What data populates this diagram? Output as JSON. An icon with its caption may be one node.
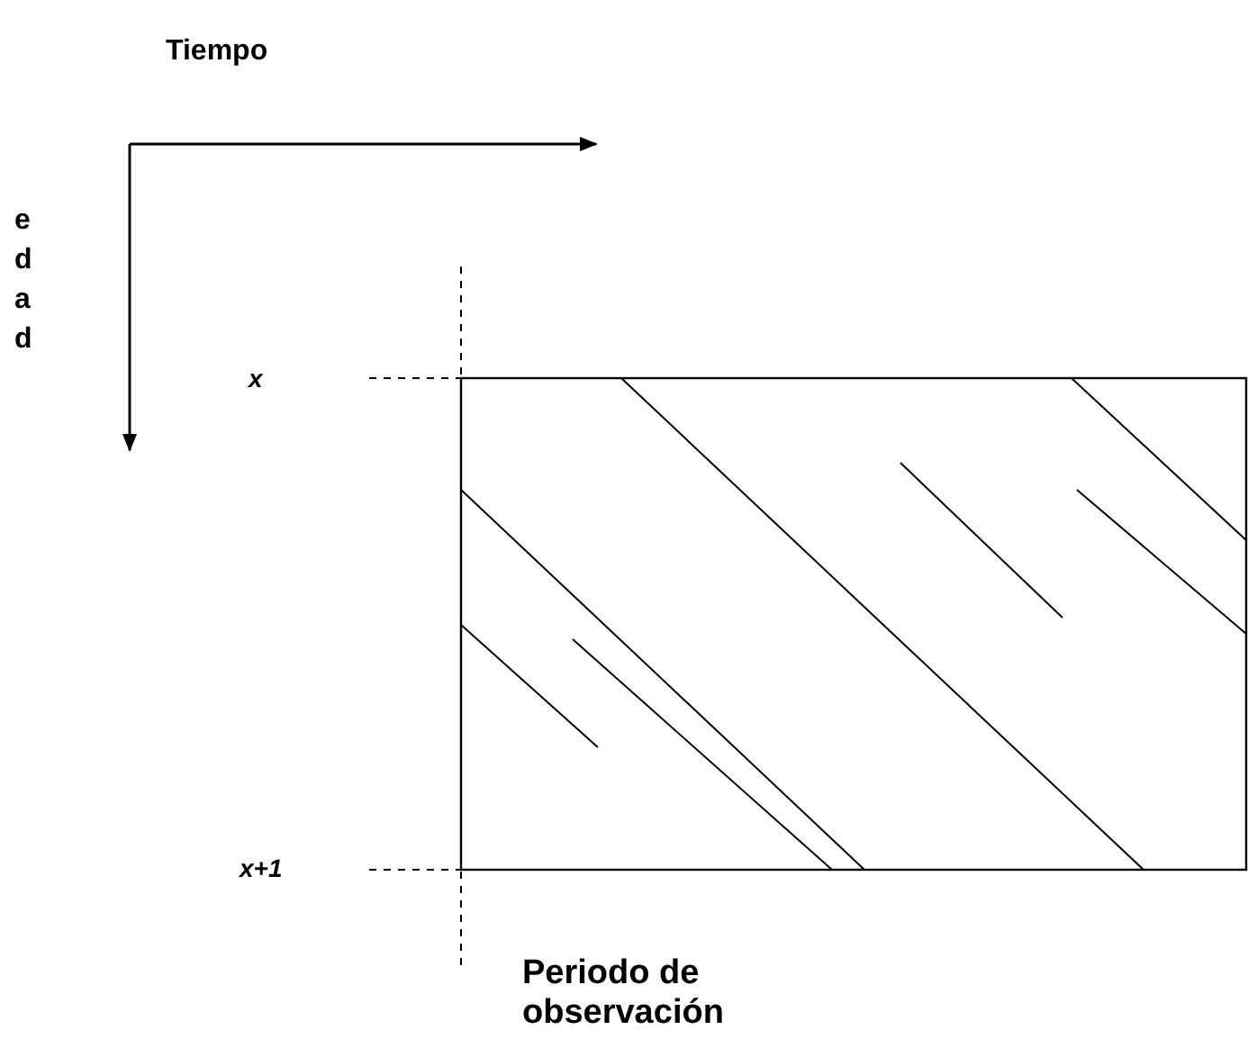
{
  "diagram": {
    "labels": [
      "Tiempo",
      "e d a d",
      "x",
      "x+1",
      "Periodo de observación"
    ]
  }
}
